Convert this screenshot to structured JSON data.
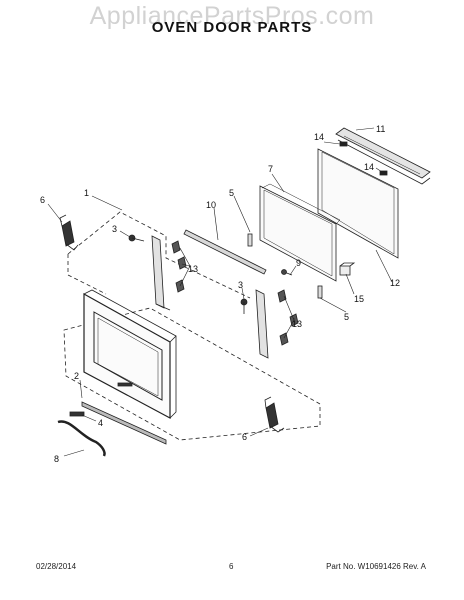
{
  "watermark": "AppliancePartsPros.com",
  "title": "OVEN DOOR PARTS",
  "callouts": {
    "c1": "1",
    "c2": "2",
    "c3a": "3",
    "c3b": "3",
    "c4": "4",
    "c5a": "5",
    "c5b": "5",
    "c6a": "6",
    "c6b": "6",
    "c7": "7",
    "c8": "8",
    "c9": "9",
    "c10": "10",
    "c11": "11",
    "c12": "12",
    "c13a": "13",
    "c13b": "13",
    "c14a": "14",
    "c14b": "14",
    "c15": "15"
  },
  "footer": {
    "date": "02/28/2014",
    "page": "6",
    "part_number": "Part No. W10691426  Rev. A"
  }
}
